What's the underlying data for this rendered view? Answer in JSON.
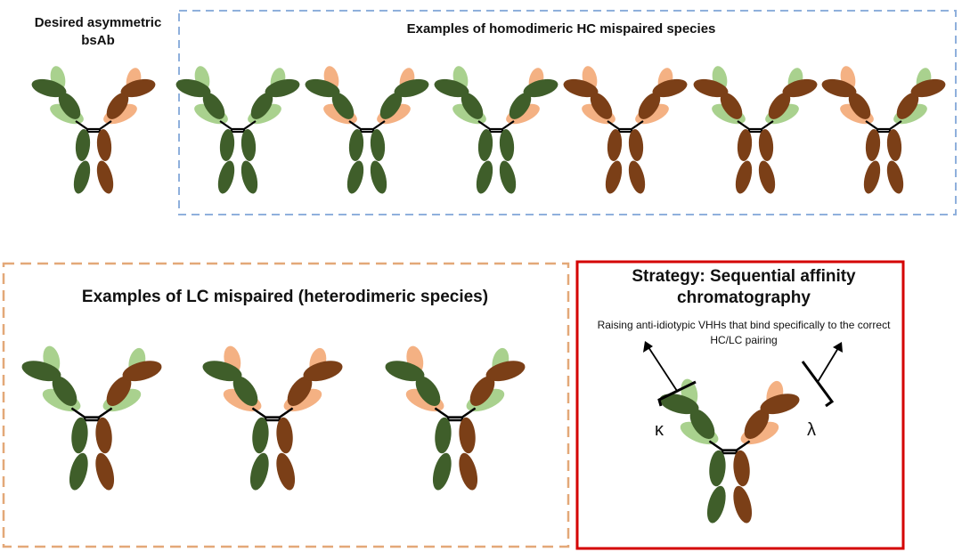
{
  "labels": {
    "desired": "Desired asymmetric bsAb",
    "hc_examples": "Examples of homodimeric HC mispaired species",
    "lc_examples": "Examples of LC mispaired (heterodimeric species)",
    "strategy_title": "Strategy: Sequential affinity chromatography",
    "strategy_desc": "Raising anti-idiotypic VHHs that bind specifically to the correct HC/LC pairing",
    "kappa": "κ",
    "lambda": "λ"
  },
  "colors": {
    "heavy_chain_a": "#3f5e2a",
    "light_chain_a": "#a9d18e",
    "heavy_chain_b": "#7b3f17",
    "light_chain_b": "#f4b183",
    "hc_group_border": "#8fb0dc",
    "lc_group_border": "#e3a878",
    "strategy_border": "#d40000"
  },
  "antibodies": [
    {
      "group": "desired",
      "left_hc": "a",
      "left_lc": "a",
      "right_hc": "b",
      "right_lc": "b"
    },
    {
      "group": "hc_mispaired",
      "left_hc": "a",
      "left_lc": "a",
      "right_hc": "a",
      "right_lc": "a"
    },
    {
      "group": "hc_mispaired",
      "left_hc": "a",
      "left_lc": "b",
      "right_hc": "a",
      "right_lc": "b"
    },
    {
      "group": "hc_mispaired",
      "left_hc": "a",
      "left_lc": "a",
      "right_hc": "a",
      "right_lc": "b"
    },
    {
      "group": "hc_mispaired",
      "left_hc": "b",
      "left_lc": "b",
      "right_hc": "b",
      "right_lc": "b"
    },
    {
      "group": "hc_mispaired",
      "left_hc": "b",
      "left_lc": "a",
      "right_hc": "b",
      "right_lc": "a"
    },
    {
      "group": "hc_mispaired",
      "left_hc": "b",
      "left_lc": "b",
      "right_hc": "b",
      "right_lc": "a"
    },
    {
      "group": "lc_mispaired",
      "left_hc": "a",
      "left_lc": "a",
      "right_hc": "b",
      "right_lc": "a"
    },
    {
      "group": "lc_mispaired",
      "left_hc": "a",
      "left_lc": "b",
      "right_hc": "b",
      "right_lc": "b"
    },
    {
      "group": "lc_mispaired",
      "left_hc": "a",
      "left_lc": "b",
      "right_hc": "b",
      "right_lc": "a"
    },
    {
      "group": "strategy",
      "left_hc": "a",
      "left_lc": "a",
      "right_hc": "b",
      "right_lc": "b"
    }
  ]
}
